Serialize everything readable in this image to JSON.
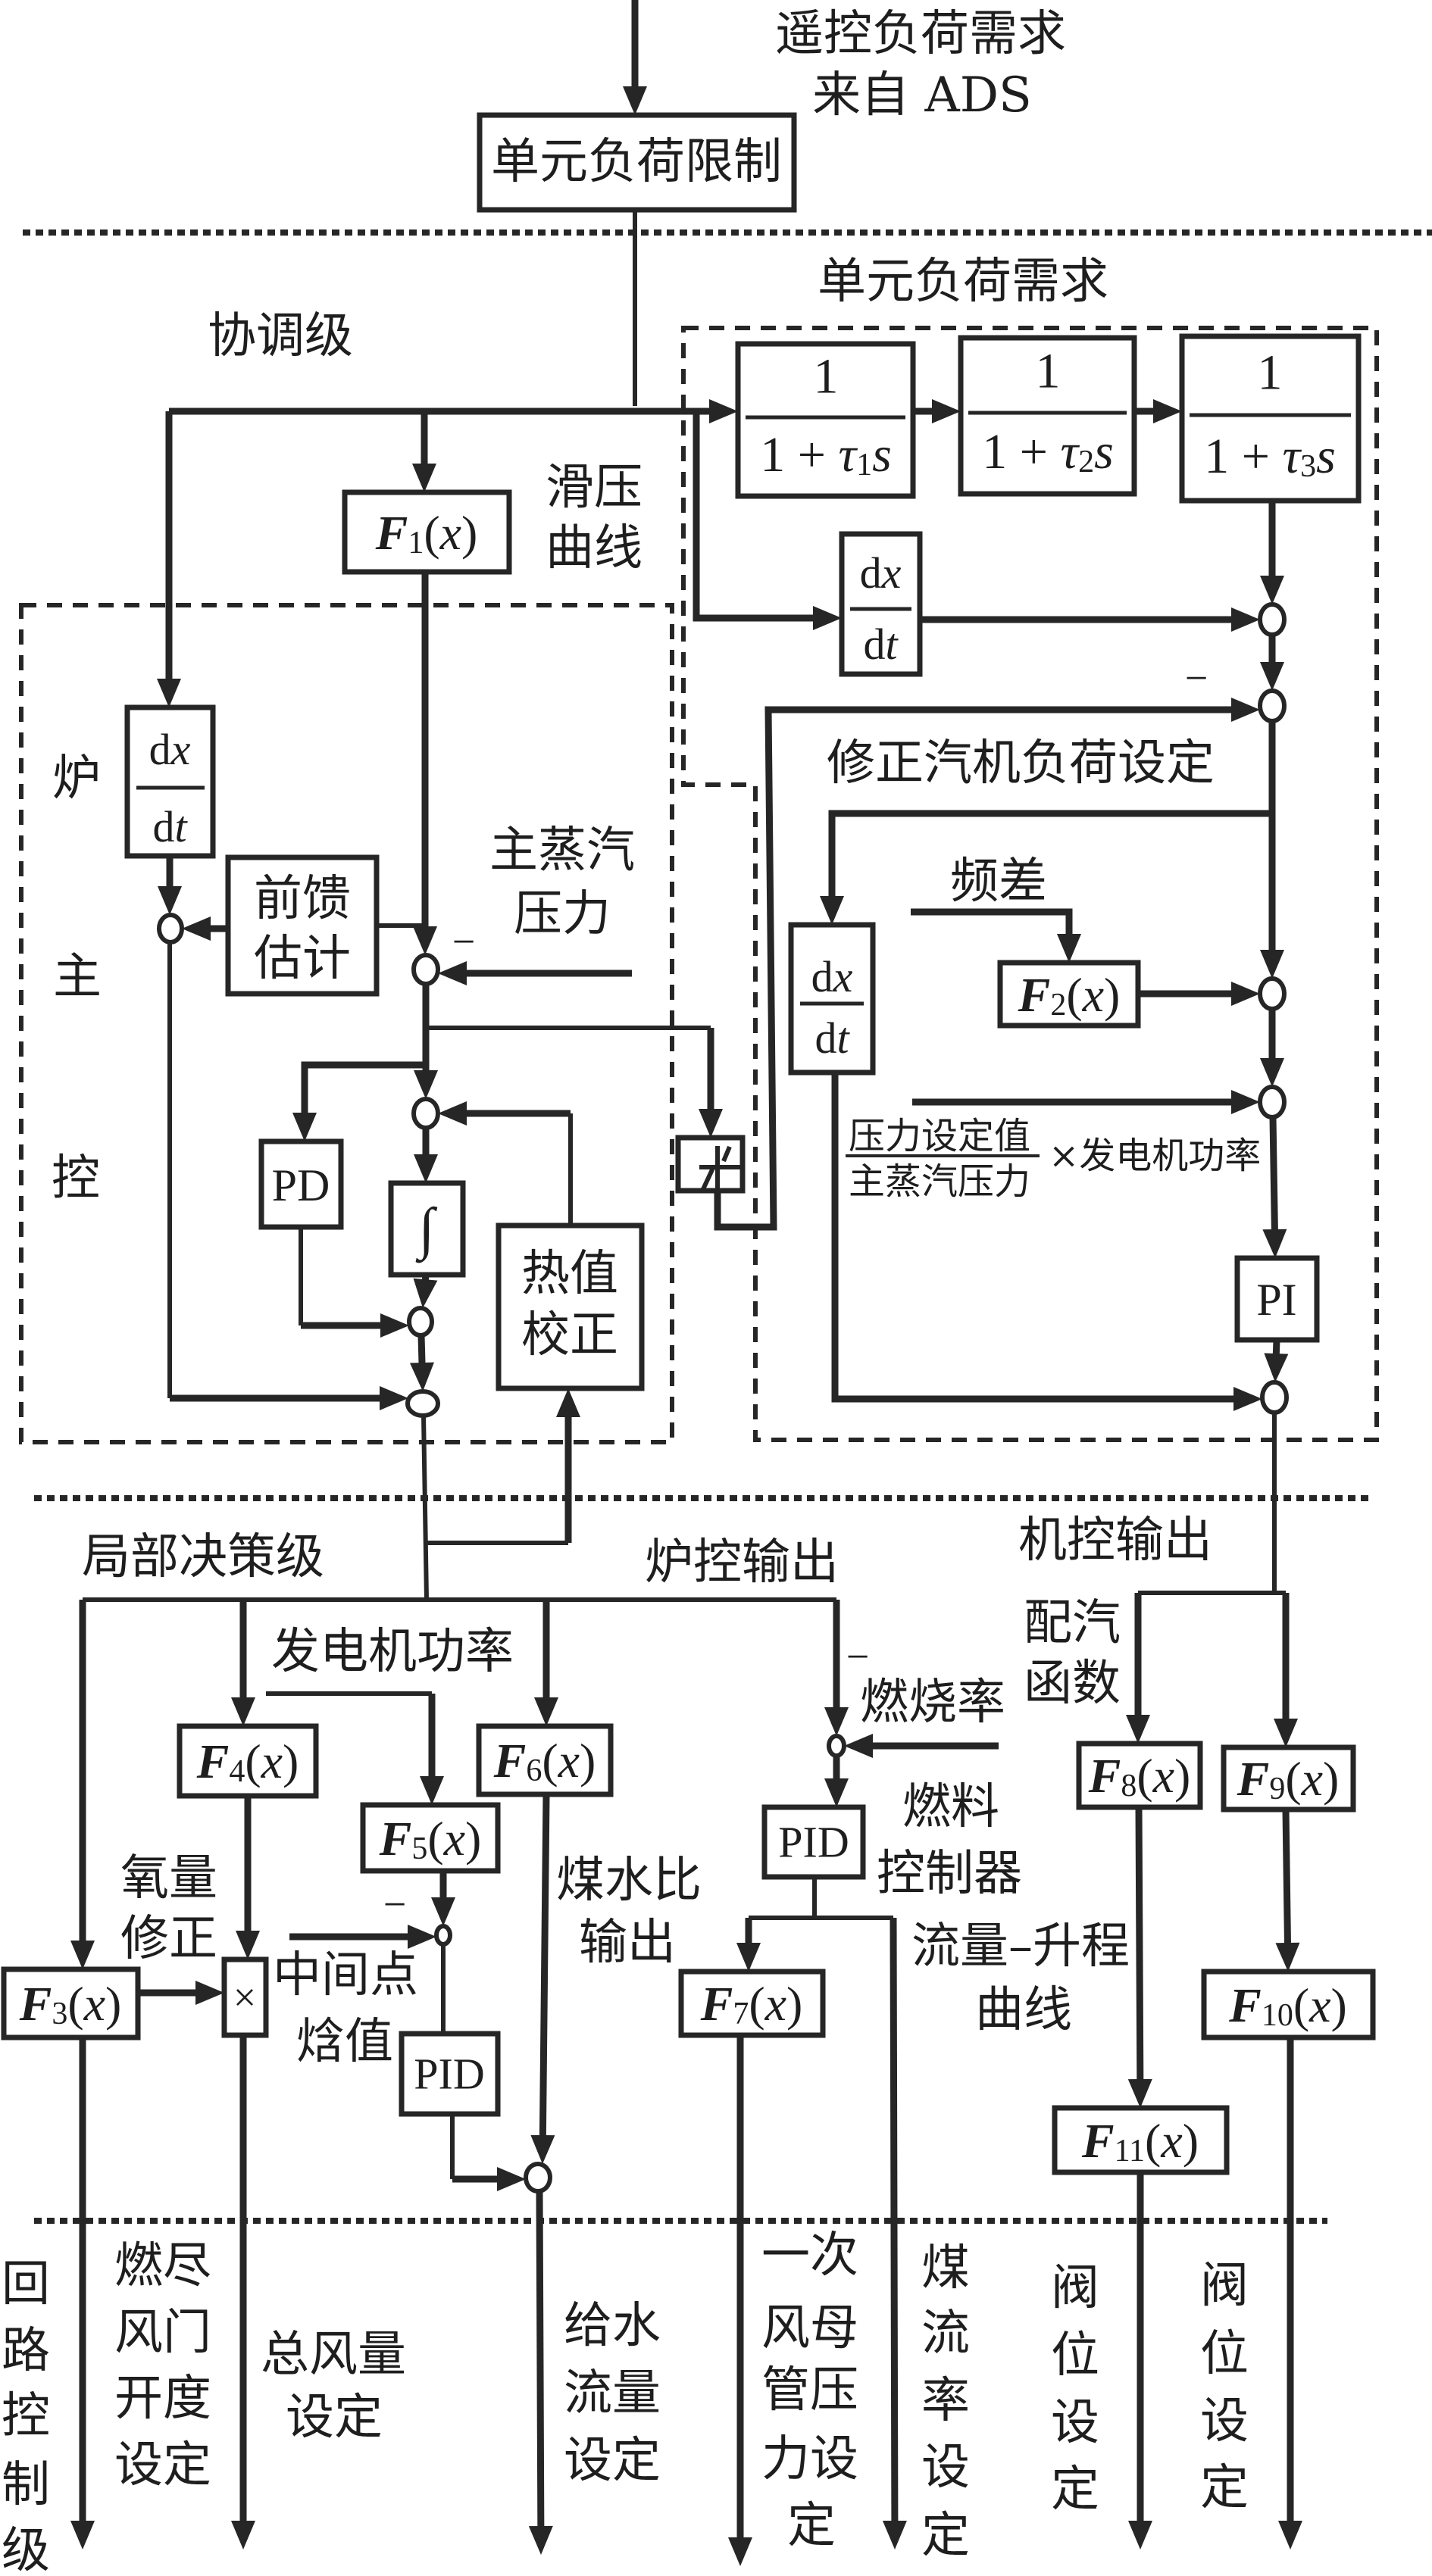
{
  "header": {
    "input_label": [
      "遥控负荷需求",
      "来自 ADS"
    ],
    "load_limit_block": "单元负荷限制"
  },
  "levels": {
    "coordination": "协调级",
    "local_decision": "局部决策级",
    "loop_control": [
      "回",
      "路",
      "控",
      "制",
      "级"
    ]
  },
  "notation": {
    "open": "(",
    "close": ")",
    "plus": " + ",
    "minus": "−"
  },
  "derivative": {
    "d": "d",
    "num_var": "x",
    "den_var": "t"
  },
  "lag_blocks": [
    {
      "numerator": "1",
      "den_const": "1",
      "tau": "τ",
      "index": "1",
      "var": "s"
    },
    {
      "numerator": "1",
      "den_const": "1",
      "tau": "τ",
      "index": "2",
      "var": "s"
    },
    {
      "numerator": "1",
      "den_const": "1",
      "tau": "τ",
      "index": "3",
      "var": "s"
    }
  ],
  "functions": [
    {
      "symbol": "F",
      "index": "1",
      "arg": "x"
    },
    {
      "symbol": "F",
      "index": "2",
      "arg": "x"
    },
    {
      "symbol": "F",
      "index": "3",
      "arg": "x"
    },
    {
      "symbol": "F",
      "index": "4",
      "arg": "x"
    },
    {
      "symbol": "F",
      "index": "5",
      "arg": "x"
    },
    {
      "symbol": "F",
      "index": "6",
      "arg": "x"
    },
    {
      "symbol": "F",
      "index": "7",
      "arg": "x"
    },
    {
      "symbol": "F",
      "index": "8",
      "arg": "x"
    },
    {
      "symbol": "F",
      "index": "9",
      "arg": "x"
    },
    {
      "symbol": "F",
      "index": "10",
      "arg": "x"
    },
    {
      "symbol": "F",
      "index": "11",
      "arg": "x"
    }
  ],
  "boiler_master": {
    "title_lines": [
      "炉",
      "主",
      "控"
    ],
    "sliding_pressure_lines": [
      "滑压",
      "曲线"
    ],
    "feedforward_lines": [
      "前馈",
      "估计"
    ],
    "main_steam_pressure_lines": [
      "主蒸汽",
      "压力"
    ],
    "heating_value_lines": [
      "热值",
      "校正"
    ],
    "pd_label": "PD",
    "integral_label": "∫"
  },
  "turbine_master": {
    "unit_load_demand": "单元负荷需求",
    "corrected_load_setpoint": "修正汽机负荷设定",
    "frequency_deviation": "频差",
    "pressure_ratio": {
      "numerator": "压力设定值",
      "denominator": "主蒸汽压力",
      "multiplier": "×发电机功率"
    },
    "pi_label": "PI"
  },
  "local_decision": {
    "boiler_output": "炉控输出",
    "turbine_output": "机控输出",
    "generator_power": "发电机功率",
    "oxygen_correction_lines": [
      "氧量",
      "修正"
    ],
    "multiply_label": "×",
    "midpoint_enthalpy_lines": [
      "中间点",
      "焓值"
    ],
    "coal_water_ratio_lines": [
      "煤水比",
      "输出"
    ],
    "firing_rate": "燃烧率",
    "fuel_controller_lines": [
      "燃料",
      "控制器"
    ],
    "flow_lift_curve_lines": [
      "流量–升程",
      "曲线"
    ],
    "valve_function_lines": [
      "配汽",
      "函数"
    ],
    "pid_label": "PID"
  },
  "outputs": [
    {
      "lines": [
        "燃尽",
        "风门",
        "开度",
        "设定"
      ]
    },
    {
      "lines": [
        "总风量",
        "设定"
      ]
    },
    {
      "lines": [
        "给水",
        "流量",
        "设定"
      ]
    },
    {
      "lines": [
        "一次",
        "风母",
        "管压",
        "力设",
        "定"
      ]
    },
    {
      "lines": [
        "煤",
        "流",
        "率",
        "设",
        "定"
      ]
    },
    {
      "lines": [
        "阀",
        "位",
        "设",
        "定"
      ]
    },
    {
      "lines": [
        "阀",
        "位",
        "设",
        "定"
      ]
    }
  ]
}
